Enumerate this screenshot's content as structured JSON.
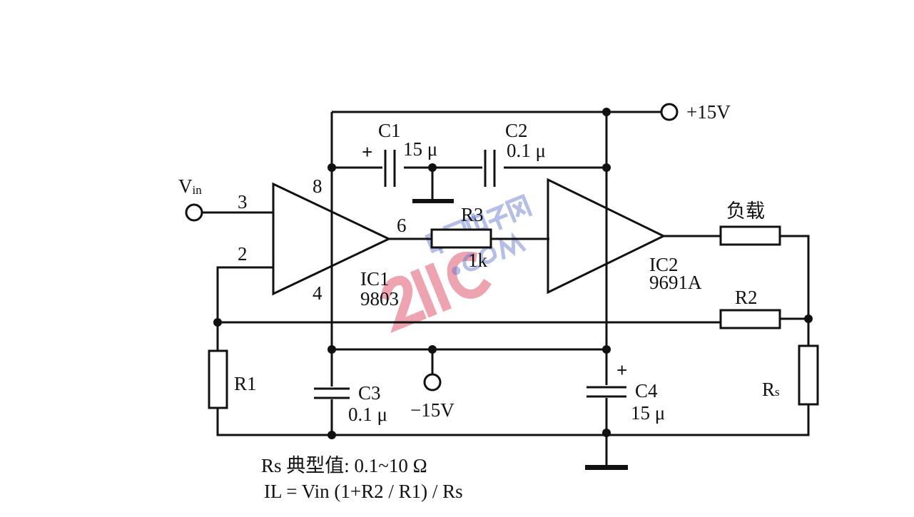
{
  "supply": {
    "positive": "+15V",
    "negative": "−15V"
  },
  "input": {
    "label_main": "V",
    "label_sub": "in"
  },
  "ic1": {
    "name": "IC1",
    "part": "9803",
    "pins": {
      "in_plus": "3",
      "in_minus": "2",
      "vpos": "8",
      "vneg": "4",
      "out": "6"
    }
  },
  "ic2": {
    "name": "IC2",
    "part": "9691A"
  },
  "components": {
    "c1": {
      "name": "C1",
      "value": "15 μ",
      "polarity": "+"
    },
    "c2": {
      "name": "C2",
      "value": "0.1 μ"
    },
    "c3": {
      "name": "C3",
      "value": "0.1 μ"
    },
    "c4": {
      "name": "C4",
      "value": "15 μ",
      "polarity": "+"
    },
    "r1": {
      "name": "R1"
    },
    "r2": {
      "name": "R2"
    },
    "r3": {
      "name": "R3",
      "value": "1k"
    },
    "load": {
      "name": "负载"
    },
    "rs": {
      "name_main": "R",
      "name_sub": "s"
    }
  },
  "notes": {
    "line1": "Rs 典型值: 0.1~10 Ω",
    "line2": "IL = Vin (1+R2 / R1) / Rs"
  },
  "watermark": {
    "logo": "21IC",
    "site": "中国电子网 .com"
  }
}
